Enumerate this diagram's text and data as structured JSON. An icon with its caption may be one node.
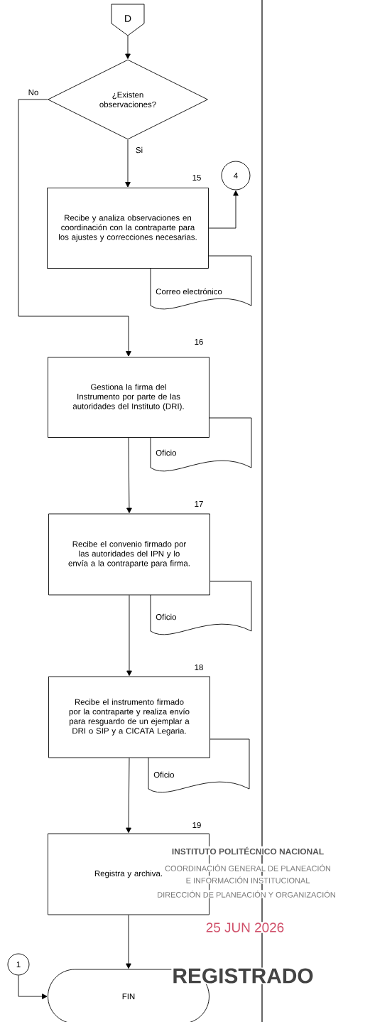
{
  "diagram": {
    "nodes": [
      {
        "text": [
          "D"
        ]
      },
      {
        "text": [
          "¿Existen observaciones?"
        ]
      },
      {
        "text": [
          "Recibe y analiza observaciones en coordinación con la contraparte para los ajustes y correcciones necesarias."
        ],
        "beside": [
          "15"
        ]
      },
      {
        "text": [
          "4"
        ]
      },
      {
        "text": [
          "Correo electrónico"
        ]
      },
      {
        "text": [
          "Gestiona la firma del Instrumento por parte de las autoridades del Instituto (DRI)."
        ],
        "beside": [
          "16"
        ]
      },
      {
        "text": [
          "Oficio"
        ]
      },
      {
        "text": [
          "Recibe el convenio firmado por las autoridades del IPN y lo envía a la contraparte para firma."
        ],
        "beside": [
          "17"
        ]
      },
      {
        "text": [
          "Oficio"
        ]
      },
      {
        "text": [
          "Recibe el instrumento firmado por la contraparte y realiza envío para resguardo de un ejemplar a DRI o SIP y a CICATA Legaria."
        ],
        "beside": [
          "18"
        ]
      },
      {
        "text": [
          "Oficio"
        ]
      },
      {
        "text": [
          "Registra y archiva."
        ],
        "beside": [
          "19"
        ]
      },
      {
        "text": [
          "FIN"
        ]
      },
      {
        "text": [
          "1"
        ]
      }
    ],
    "edges": [
      {
        "from": 0,
        "to": 1,
        "arrow": "to"
      },
      {
        "from": 1,
        "to": 2,
        "arrow": "to",
        "label": "Si"
      },
      {
        "from": 1,
        "to": 5,
        "arrow": "to",
        "label": "No"
      },
      {
        "from": 2,
        "to": 3,
        "arrow": "to"
      },
      {
        "from": 5,
        "to": 7,
        "arrow": "to"
      },
      {
        "from": 7,
        "to": 9,
        "arrow": "to"
      },
      {
        "from": 9,
        "to": 11,
        "arrow": "to"
      },
      {
        "from": 11,
        "to": 12,
        "arrow": "to"
      },
      {
        "from": 13,
        "to": 12,
        "arrow": "to"
      }
    ],
    "labels": [
      "INSTITUTO POLITÉCNICO NACIONAL",
      "COORDINACIÓN GENERAL DE PLANEACIÓN",
      "E INFORMACIÓN INSTITUCIONAL",
      "DIRECCIÓN DE PLANEACIÓN Y ORGANIZACIÓN",
      "25 JUN 2026",
      "REGISTRADO"
    ]
  }
}
